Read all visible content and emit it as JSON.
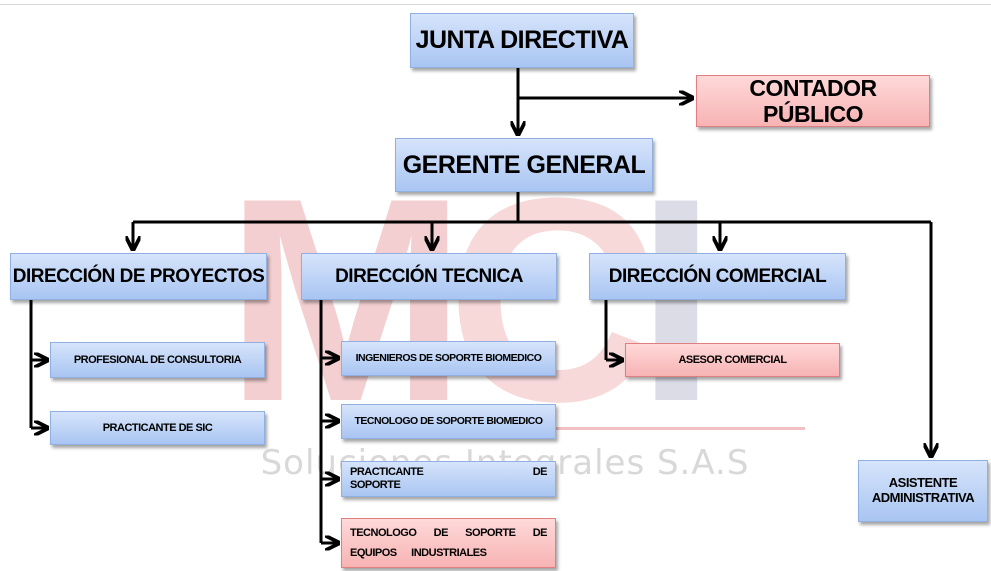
{
  "watermark": {
    "letters": "MCI",
    "subtitle": "Soluciones Integrales S.A.S"
  },
  "colors": {
    "box_blue": "#b8d0f6",
    "box_red": "#f9c4c5",
    "connector": "#000000"
  },
  "org": {
    "board": "JUNTA DIRECTIVA",
    "accountant": "CONTADOR PÚBLICO",
    "general_manager": "GERENTE GENERAL",
    "directions": {
      "projects": {
        "label": "DIRECCIÓN DE PROYECTOS",
        "staff": [
          "PROFESIONAL DE CONSULTORIA",
          "PRACTICANTE DE SIC"
        ]
      },
      "technical": {
        "label": "DIRECCIÓN TECNICA",
        "staff": [
          "INGENIEROS DE SOPORTE BIOMEDICO",
          "TECNOLOGO DE SOPORTE BIOMEDICO",
          "PRACTICANTE DE SOPORTE",
          "TECNOLOGO DE SOPORTE DE EQUIPOS INDUSTRIALES"
        ]
      },
      "commercial": {
        "label": "DIRECCIÓN COMERCIAL",
        "staff": [
          "ASESOR COMERCIAL"
        ]
      }
    },
    "admin_assistant": "ASISTENTE ADMINISTRATIVA"
  }
}
